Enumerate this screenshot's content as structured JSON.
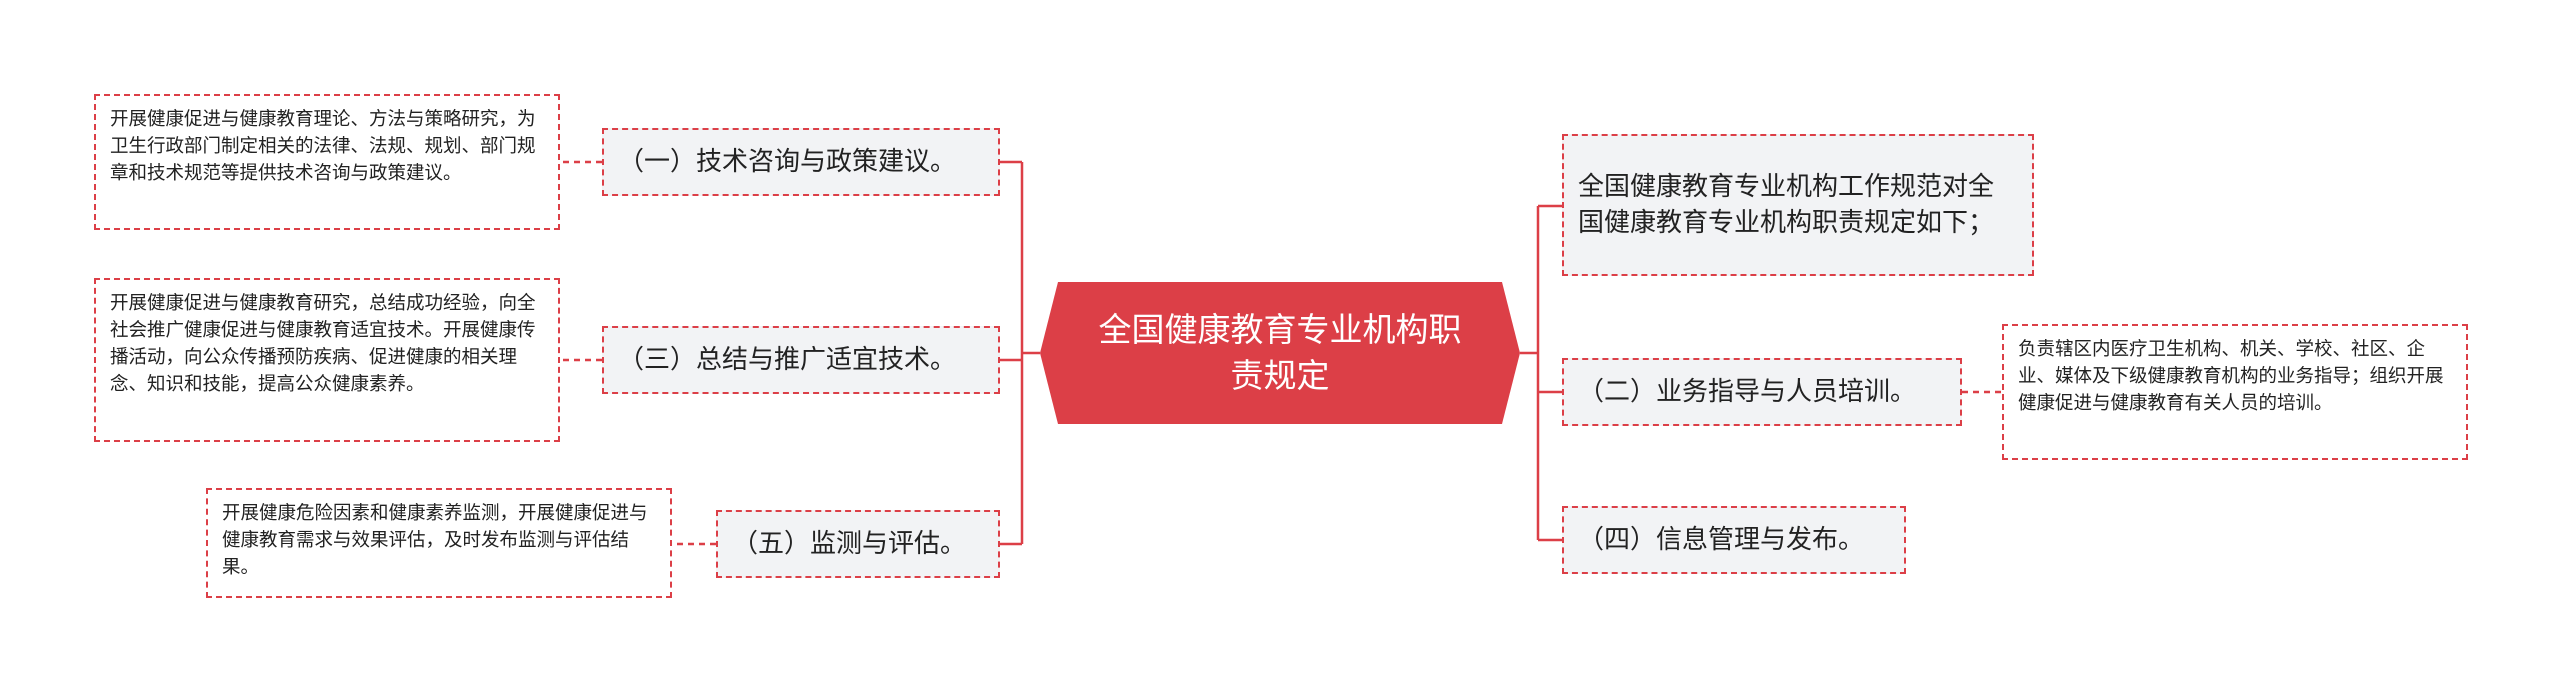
{
  "root": {
    "label": "全国健康教育专业机构职责规定"
  },
  "left": [
    {
      "branch": "（一）技术咨询与政策建议。",
      "detail": "开展健康促进与健康教育理论、方法与策略研究，为卫生行政部门制定相关的法律、法规、规划、部门规章和技术规范等提供技术咨询与政策建议。"
    },
    {
      "branch": "（三）总结与推广适宜技术。",
      "detail": "开展健康促进与健康教育研究，总结成功经验，向全社会推广健康促进与健康教育适宜技术。开展健康传播活动，向公众传播预防疾病、促进健康的相关理念、知识和技能，提高公众健康素养。"
    },
    {
      "branch": "（五）监测与评估。",
      "detail": "开展健康危险因素和健康素养监测，开展健康促进与健康教育需求与效果评估，及时发布监测与评估结果。"
    }
  ],
  "right": [
    {
      "branch": "全国健康教育专业机构工作规范对全国健康教育专业机构职责规定如下；"
    },
    {
      "branch": "（二）业务指导与人员培训。",
      "detail": "负责辖区内医疗卫生机构、机关、学校、社区、企业、媒体及下级健康教育机构的业务指导；组织开展健康促进与健康教育有关人员的培训。"
    },
    {
      "branch": "（四）信息管理与发布。"
    }
  ],
  "colors": {
    "accent": "#dc3f47",
    "branch_fill": "#f2f3f5"
  }
}
